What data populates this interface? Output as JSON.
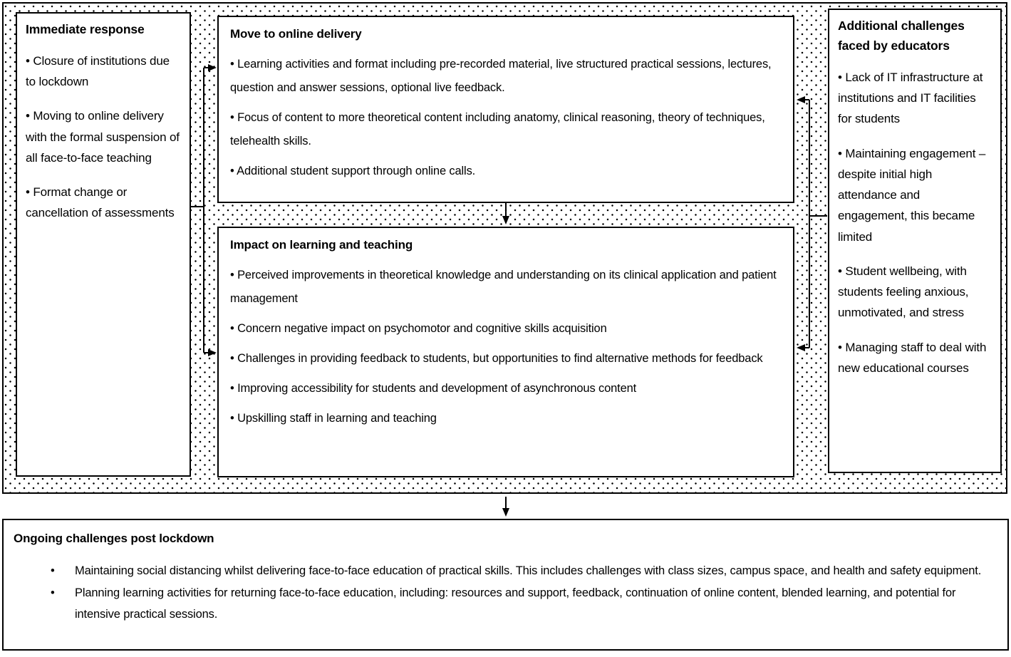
{
  "figure": {
    "colors": {
      "border": "#000000",
      "text": "#000000",
      "background": "#ffffff",
      "dot_pattern": "#000000"
    },
    "immediate_response": {
      "title": "Immediate response",
      "bullets": [
        "Closure of institutions due to lockdown",
        "Moving to online delivery with the formal suspension of all face-to-face teaching",
        "Format change or cancellation of assessments"
      ]
    },
    "move_online": {
      "title": "Move to online delivery",
      "bullets": [
        "Learning activities and format including pre-recorded material, live structured practical sessions, lectures, question and answer sessions, optional live feedback.",
        "Focus of content to more theoretical content including anatomy, clinical reasoning, theory of techniques, telehealth skills.",
        "Additional student support through online calls."
      ]
    },
    "impact": {
      "title": "Impact on learning and teaching",
      "bullets": [
        "Perceived improvements in theoretical knowledge and understanding on its clinical application and patient management",
        "Concern negative impact on psychomotor and cognitive skills acquisition",
        "Challenges in providing feedback to students, but opportunities to find alternative methods for feedback",
        "Improving accessibility for students and development of asynchronous content",
        "Upskilling staff in learning and teaching"
      ]
    },
    "additional_challenges": {
      "title": "Additional challenges faced by educators",
      "bullets": [
        "Lack of IT infrastructure at institutions and IT facilities for students",
        "Maintaining engagement – despite initial high attendance and engagement, this became limited",
        "Student wellbeing, with students feeling anxious, unmotivated, and stress",
        "Managing staff to deal with new educational courses"
      ]
    },
    "ongoing": {
      "title": "Ongoing challenges post lockdown",
      "bullets": [
        "Maintaining social distancing whilst delivering face-to-face education of practical skills. This includes challenges with class sizes, campus space, and health and safety equipment.",
        "Planning learning activities for returning face-to-face education, including: resources and support, feedback, continuation of online content, blended learning, and potential for intensive practical sessions."
      ]
    }
  }
}
